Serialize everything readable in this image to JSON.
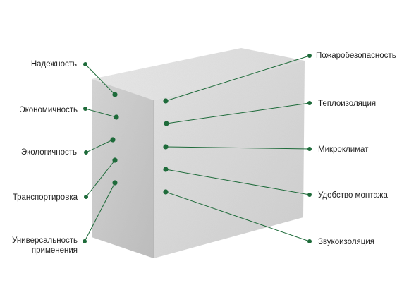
{
  "left_labels": [
    {
      "text": "Надежность"
    },
    {
      "text": "Экономичность"
    },
    {
      "text": "Экологичность"
    },
    {
      "text": "Транспортировка"
    },
    {
      "text": "Универсальность\nприменения"
    }
  ],
  "right_labels": [
    {
      "text": "Пожаробезопасность"
    },
    {
      "text": "Теплоизоляция"
    },
    {
      "text": "Микроклимат"
    },
    {
      "text": "Удобство монтажа"
    },
    {
      "text": "Звукоизоляция"
    }
  ],
  "colors": {
    "accent_green": "#1e6b3a",
    "block_front": "#c9c9c9",
    "block_side": "#dadada",
    "block_top": "#e6e6e6"
  },
  "icons": {
    "marker": "green-dot"
  }
}
